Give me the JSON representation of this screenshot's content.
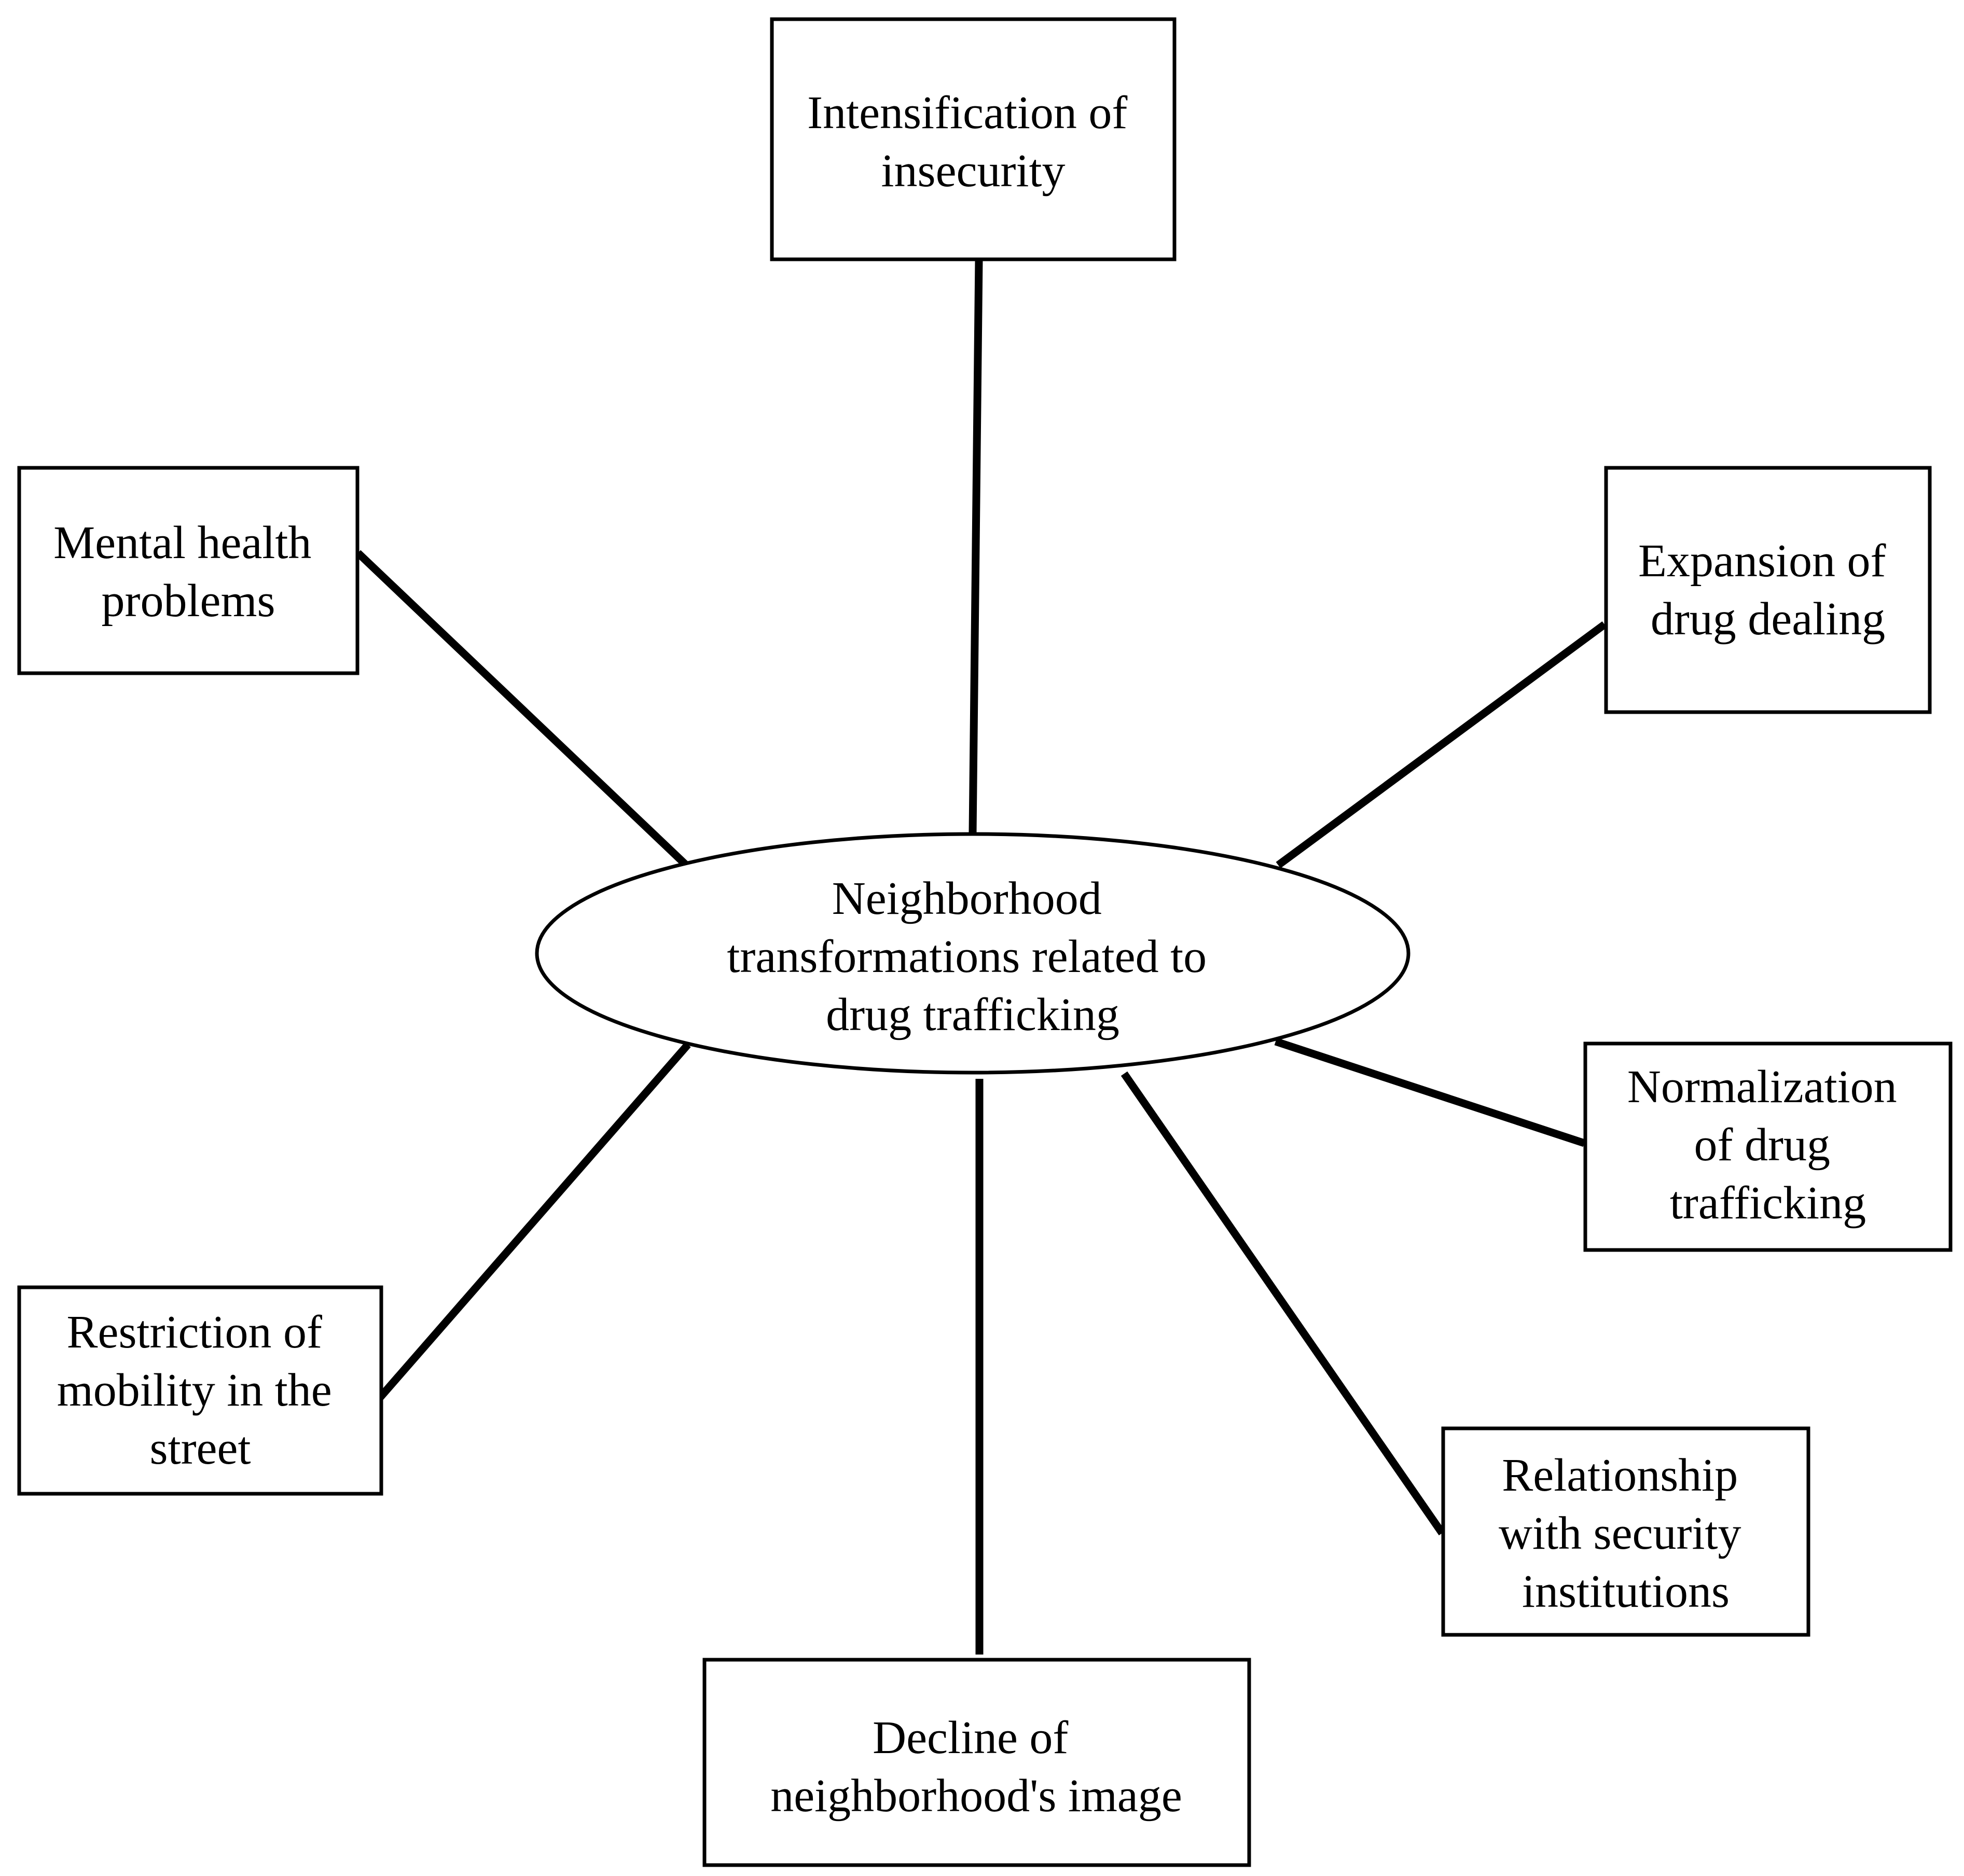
{
  "center": {
    "lines": [
      "Neighborhood",
      "transformations related to",
      "drug trafficking"
    ]
  },
  "nodes": [
    {
      "id": "intensification-of-insecurity",
      "lines": [
        "Intensification of",
        "insecurity"
      ]
    },
    {
      "id": "mental-health-problems",
      "lines": [
        "Mental health",
        "problems"
      ]
    },
    {
      "id": "expansion-of-drug-dealing",
      "lines": [
        "Expansion of",
        "drug dealing"
      ]
    },
    {
      "id": "normalization-of-drug-trafficking",
      "lines": [
        "Normalization",
        "of drug",
        "trafficking"
      ]
    },
    {
      "id": "restriction-of-mobility",
      "lines": [
        "Restriction of",
        "mobility in the",
        "street"
      ]
    },
    {
      "id": "relationship-with-security-institutions",
      "lines": [
        "Relationship",
        "with security",
        "institutions"
      ]
    },
    {
      "id": "decline-of-neighborhood-image",
      "lines": [
        "Decline of",
        "neighborhood's image"
      ]
    }
  ],
  "colors": {
    "stroke": "#000000",
    "background": "#ffffff"
  }
}
